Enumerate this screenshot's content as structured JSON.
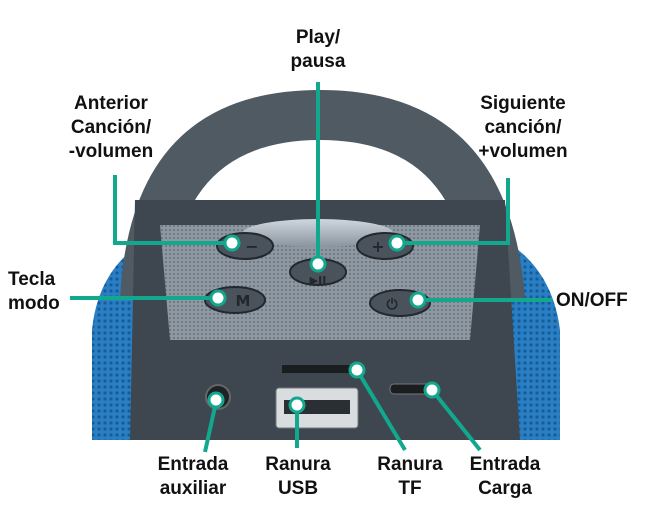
{
  "colors": {
    "accent": "#12a88e",
    "speaker_blue": "#2a7fc4",
    "body": "#4f5a63"
  },
  "labels": {
    "play": [
      "Play/",
      "pausa"
    ],
    "previous": [
      "Anterior",
      "Canción/",
      "-volumen"
    ],
    "next": [
      "Siguiente",
      "canción/",
      "+volumen"
    ],
    "mode": [
      "Tecla",
      "modo"
    ],
    "power": [
      "ON/OFF"
    ],
    "aux": [
      "Entrada",
      "auxiliar"
    ],
    "usb": [
      "Ranura",
      "USB"
    ],
    "tf": [
      "Ranura",
      "TF"
    ],
    "charge": [
      "Entrada",
      "Carga"
    ]
  },
  "buttons": {
    "minus": "−",
    "plus": "+",
    "play": "▶II",
    "mode": "M",
    "power": "⏻"
  }
}
